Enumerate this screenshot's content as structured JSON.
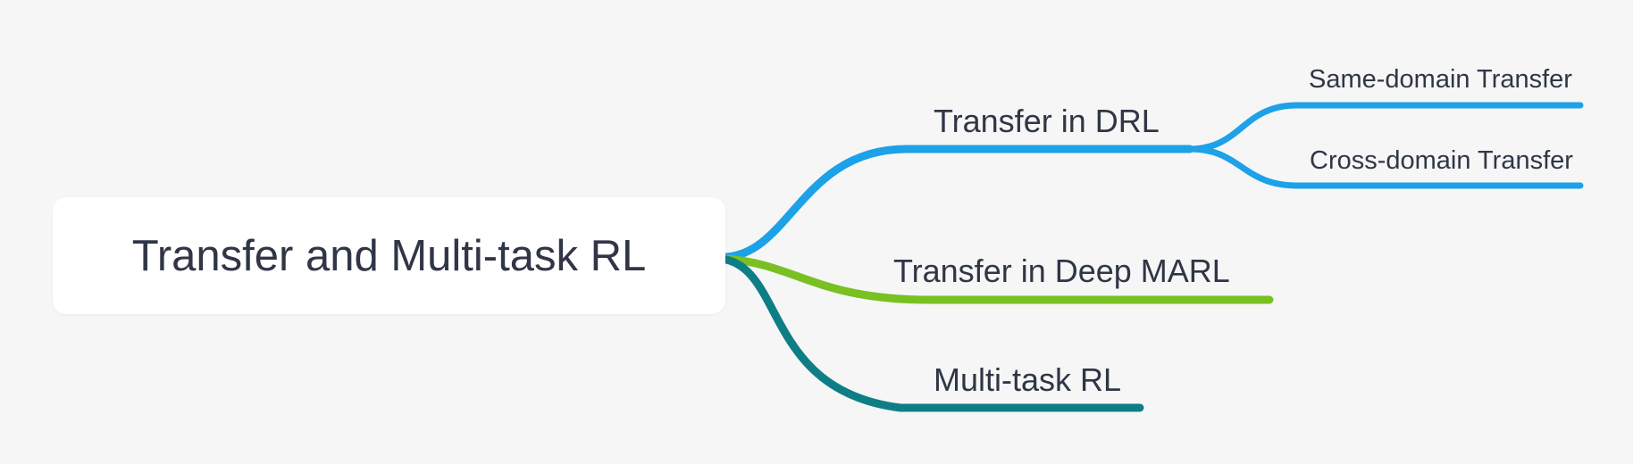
{
  "colors": {
    "background": "#f5f6f5",
    "root_node_bg": "#ffffff",
    "node_text": "#303646",
    "branch_blue": "#1da1e8",
    "branch_green": "#79c022",
    "branch_teal": "#0e7e86"
  },
  "mindmap": {
    "type": "mindmap",
    "root": {
      "label": "Transfer and Multi-task RL"
    },
    "branches": [
      {
        "label": "Transfer in DRL",
        "color": "#1da1e8",
        "children": [
          {
            "label": "Same-domain Transfer"
          },
          {
            "label": "Cross-domain Transfer"
          }
        ]
      },
      {
        "label": "Transfer in Deep MARL",
        "color": "#79c022",
        "children": []
      },
      {
        "label": "Multi-task RL",
        "color": "#0e7e86",
        "children": []
      }
    ]
  }
}
